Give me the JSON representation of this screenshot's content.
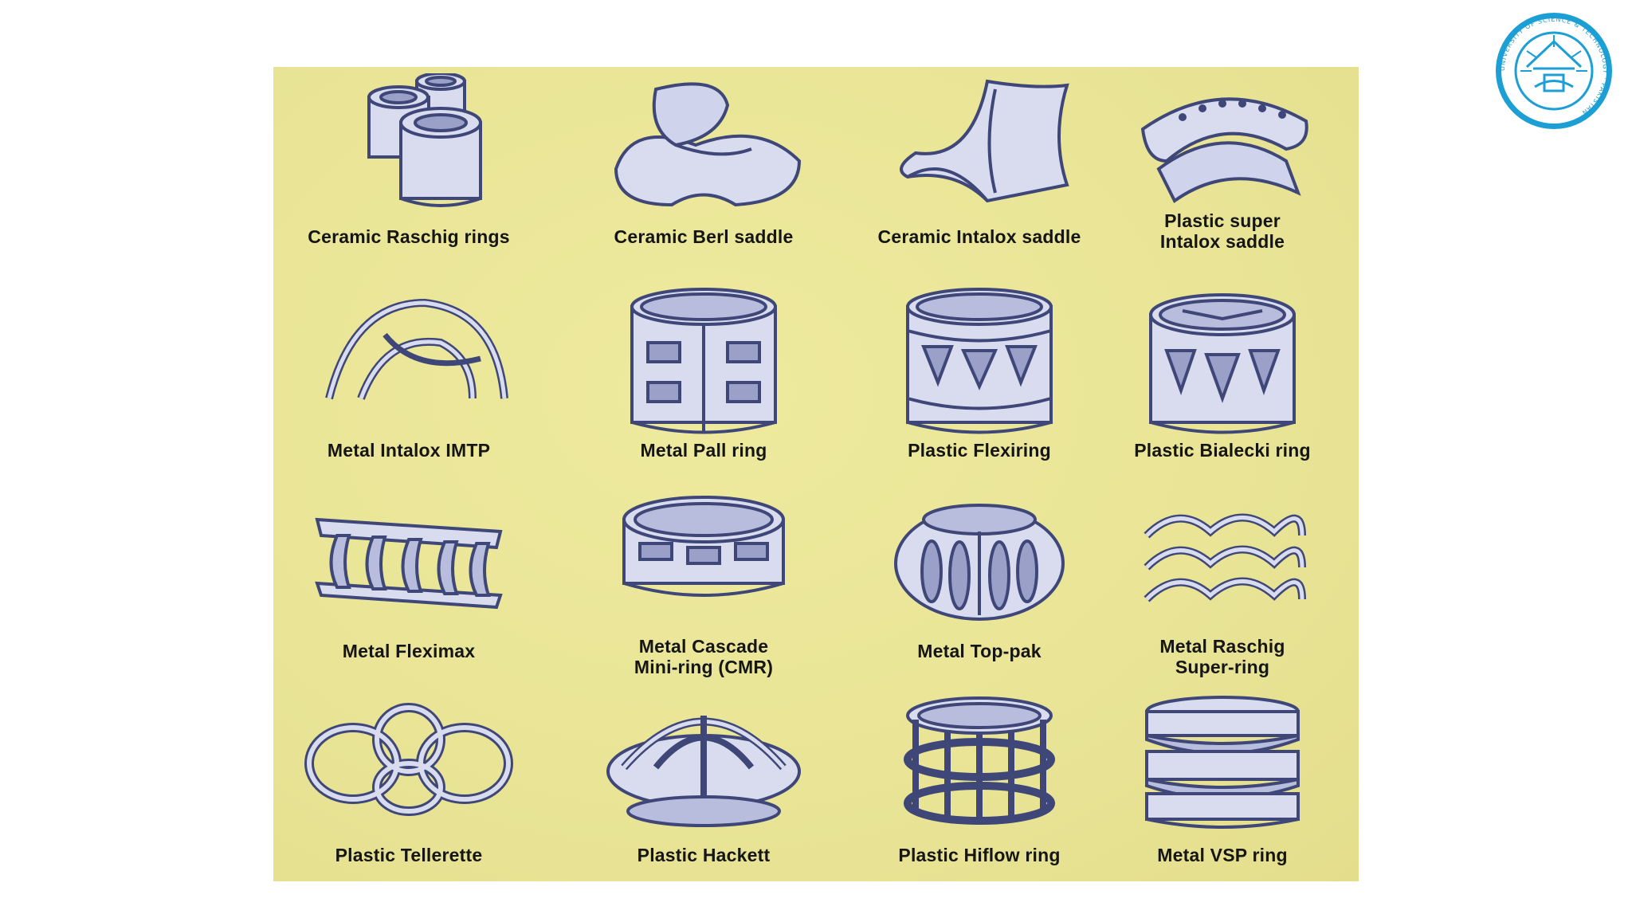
{
  "colors": {
    "panel_background": "#ebe697",
    "packing_fill": "#d9dcef",
    "packing_stroke": "#3e4778",
    "logo_ring": "#1b9fd4",
    "caption_text": "#151515"
  },
  "logo": {
    "icon": "university-seal-icon",
    "ring_text": "UNIVERSITY OF SCIENCE & TECHNOLOGY · PAKISTAN"
  },
  "packings": [
    {
      "id": "ceramic-raschig-rings",
      "lines": [
        "Ceramic Raschig rings"
      ],
      "icon": "raschig-rings-icon"
    },
    {
      "id": "ceramic-berl-saddle",
      "lines": [
        "Ceramic Berl saddle"
      ],
      "icon": "berl-saddle-icon"
    },
    {
      "id": "ceramic-intalox-saddle",
      "lines": [
        "Ceramic Intalox saddle"
      ],
      "icon": "intalox-saddle-icon"
    },
    {
      "id": "plastic-super-intalox-saddle",
      "lines": [
        "Plastic super",
        "Intalox saddle"
      ],
      "icon": "super-intalox-saddle-icon"
    },
    {
      "id": "metal-intalox-imtp",
      "lines": [
        "Metal Intalox IMTP"
      ],
      "icon": "imtp-icon"
    },
    {
      "id": "metal-pall-ring",
      "lines": [
        "Metal Pall ring"
      ],
      "icon": "pall-ring-icon"
    },
    {
      "id": "plastic-flexiring",
      "lines": [
        "Plastic Flexiring"
      ],
      "icon": "flexiring-icon"
    },
    {
      "id": "plastic-bialecki-ring",
      "lines": [
        "Plastic Bialecki ring"
      ],
      "icon": "bialecki-ring-icon"
    },
    {
      "id": "metal-fleximax",
      "lines": [
        "Metal Fleximax"
      ],
      "icon": "fleximax-icon"
    },
    {
      "id": "metal-cascade-mini-ring",
      "lines": [
        "Metal Cascade",
        "Mini-ring (CMR)"
      ],
      "icon": "cascade-mini-ring-icon"
    },
    {
      "id": "metal-top-pak",
      "lines": [
        "Metal Top-pak"
      ],
      "icon": "top-pak-icon"
    },
    {
      "id": "metal-raschig-super-ring",
      "lines": [
        "Metal Raschig",
        "Super-ring"
      ],
      "icon": "raschig-super-ring-icon"
    },
    {
      "id": "plastic-tellerette",
      "lines": [
        "Plastic Tellerette"
      ],
      "icon": "tellerette-icon"
    },
    {
      "id": "plastic-hackett",
      "lines": [
        "Plastic Hackett"
      ],
      "icon": "hackett-icon"
    },
    {
      "id": "plastic-hiflow-ring",
      "lines": [
        "Plastic Hiflow ring"
      ],
      "icon": "hiflow-ring-icon"
    },
    {
      "id": "metal-vsp-ring",
      "lines": [
        "Metal VSP ring"
      ],
      "icon": "vsp-ring-icon"
    }
  ]
}
